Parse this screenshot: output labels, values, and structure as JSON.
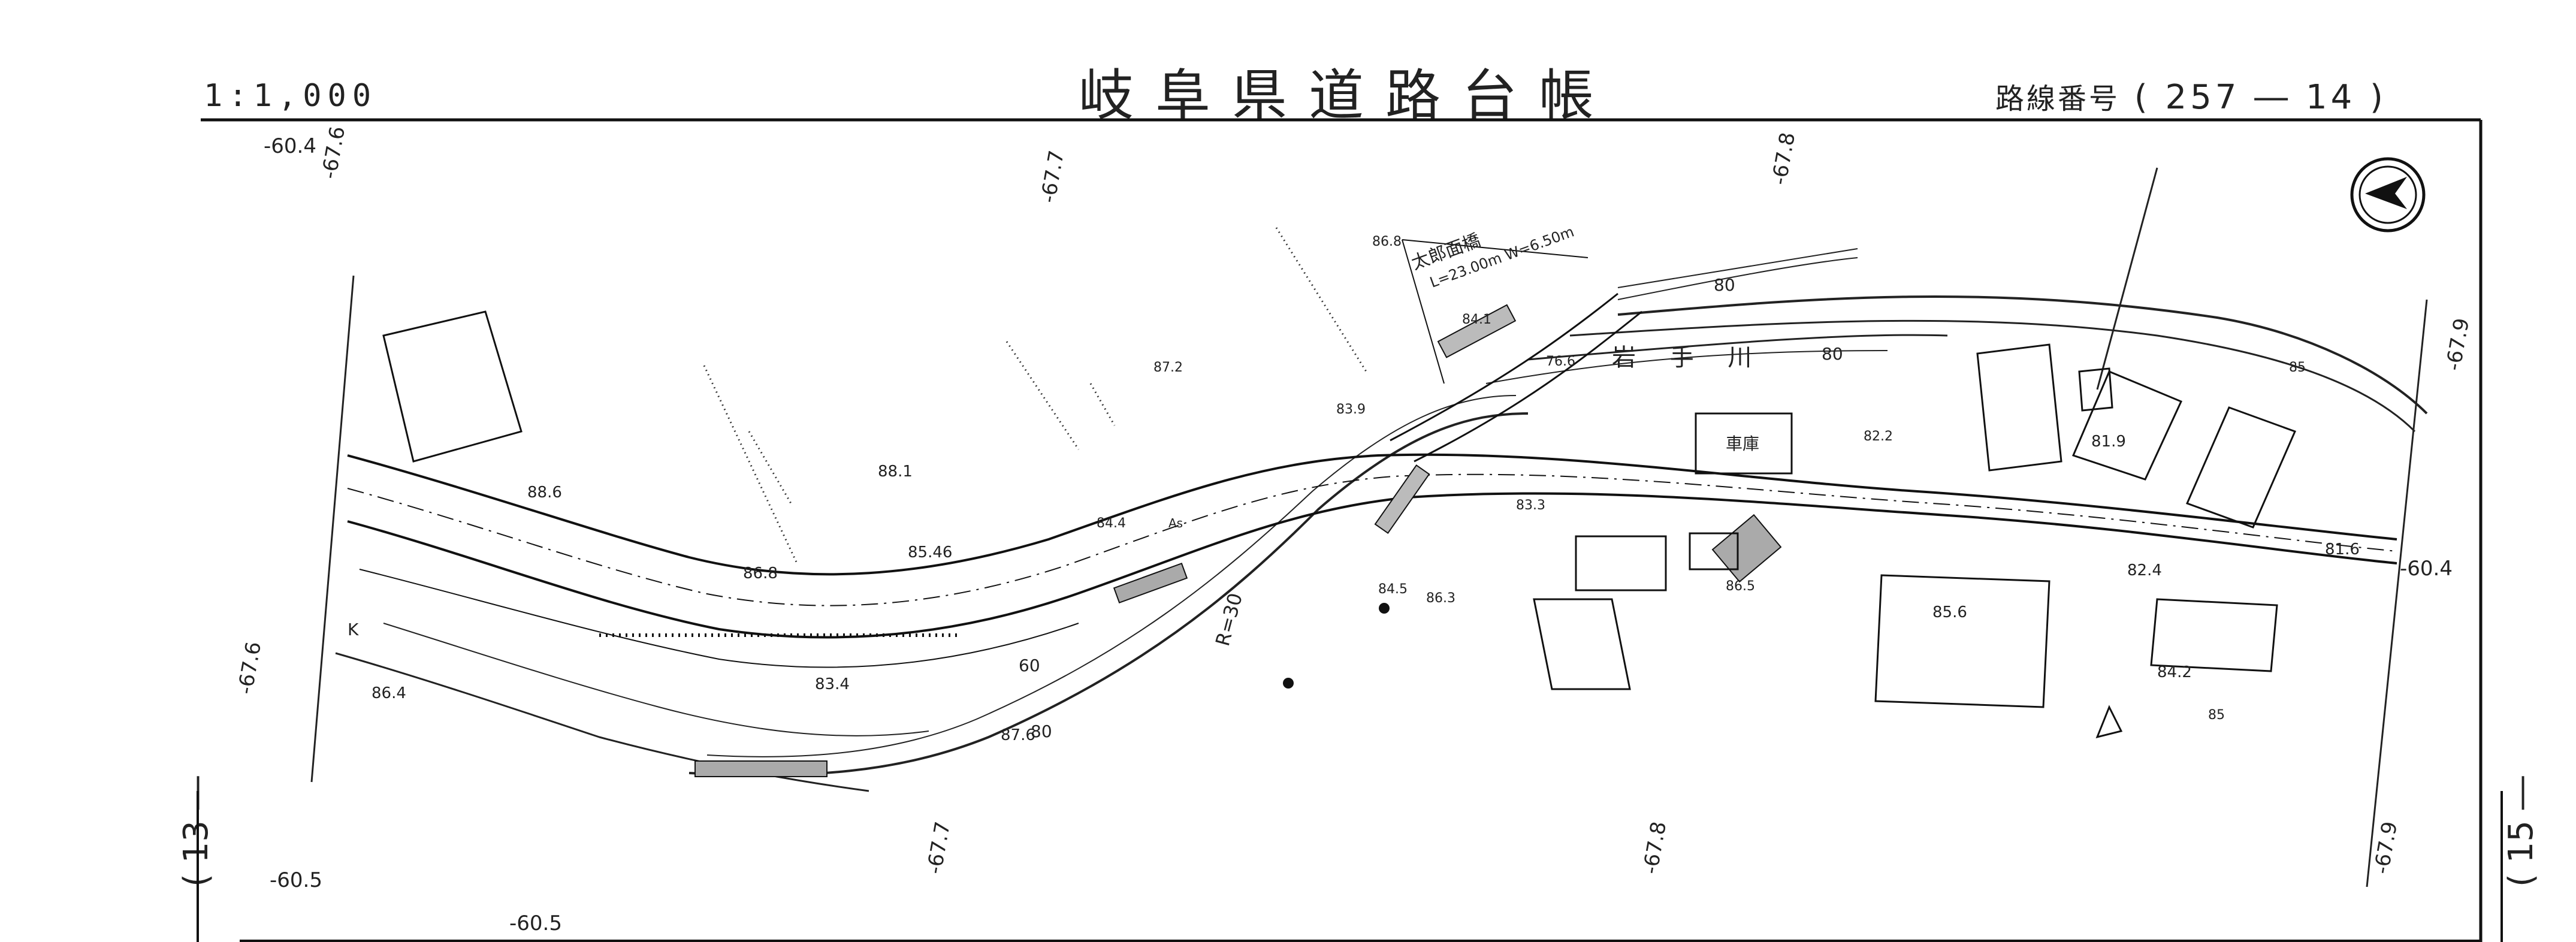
{
  "header": {
    "title": "岐阜県道路台帳",
    "scale": "1:1,000",
    "route_label": "路線番号",
    "route_value": "( 257 ― 14 )"
  },
  "sheet_refs": {
    "left": "( 13 ―",
    "right": "( 15 ―"
  },
  "grid_labels": {
    "top_left": "-60.4",
    "top_left2": "-67.6",
    "top_mid": "-67.7",
    "top_right": "-67.8",
    "right_upper": "-67.9",
    "left_mid": "-67.6",
    "bottom_left": "-60.5",
    "bottom_left2": "-60.5",
    "bottom_mid": "-67.7",
    "bottom_mid2": "-67.8",
    "bottom_right": "-67.9",
    "right_mid": "-60.4"
  },
  "map_labels": {
    "bridge_name": "太郎面橋",
    "bridge_dims": "L=23.00m W=6.50m",
    "river": "岩 手 川",
    "garage": "車庫",
    "river_80a": "80",
    "river_80b": "80",
    "river_80c": "80",
    "road_60": "60",
    "curve": "R=30",
    "surface": "As",
    "elev_868": "86.8",
    "elev_841": "84.1",
    "elev_766": "76.6",
    "elev_839": "83.9",
    "elev_872": "87.2",
    "elev_881": "88.1",
    "elev_886": "88.6",
    "elev_8546": "85.46",
    "elev_868b": "86.8",
    "elev_844": "84.4",
    "elev_822": "82.2",
    "elev_819": "81.9",
    "elev_816": "81.6",
    "elev_824": "82.4",
    "elev_833": "83.3",
    "elev_865": "86.5",
    "elev_845": "84.5",
    "elev_863": "86.3",
    "elev_856": "85.6",
    "elev_842": "84.2",
    "elev_834": "83.4",
    "elev_876": "87.6",
    "elev_864": "86.4",
    "contour_85": "85",
    "k_mark": "K"
  }
}
